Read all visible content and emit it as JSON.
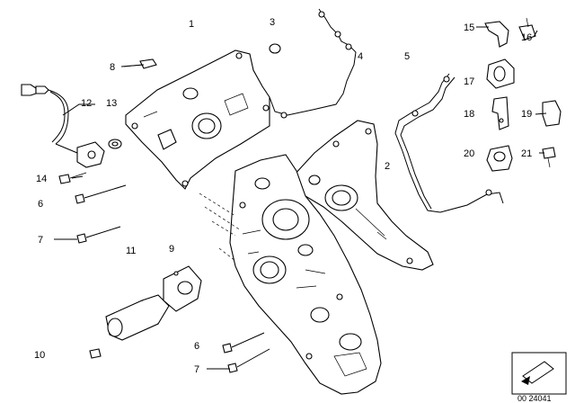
{
  "diagram": {
    "callouts": {
      "c1": "1",
      "c2": "2",
      "c3": "3",
      "c4": "4",
      "c5": "5",
      "c6a": "6",
      "c6b": "6",
      "c7a": "7",
      "c7b": "7",
      "c8": "8",
      "c9": "9",
      "c10": "10",
      "c11": "11",
      "c12": "12",
      "c13": "13",
      "c14": "14",
      "c15": "15",
      "c16": "16",
      "c17": "17",
      "c18": "18",
      "c19": "19",
      "c20": "20",
      "c21": "21"
    },
    "reference_number": "00 24041"
  }
}
